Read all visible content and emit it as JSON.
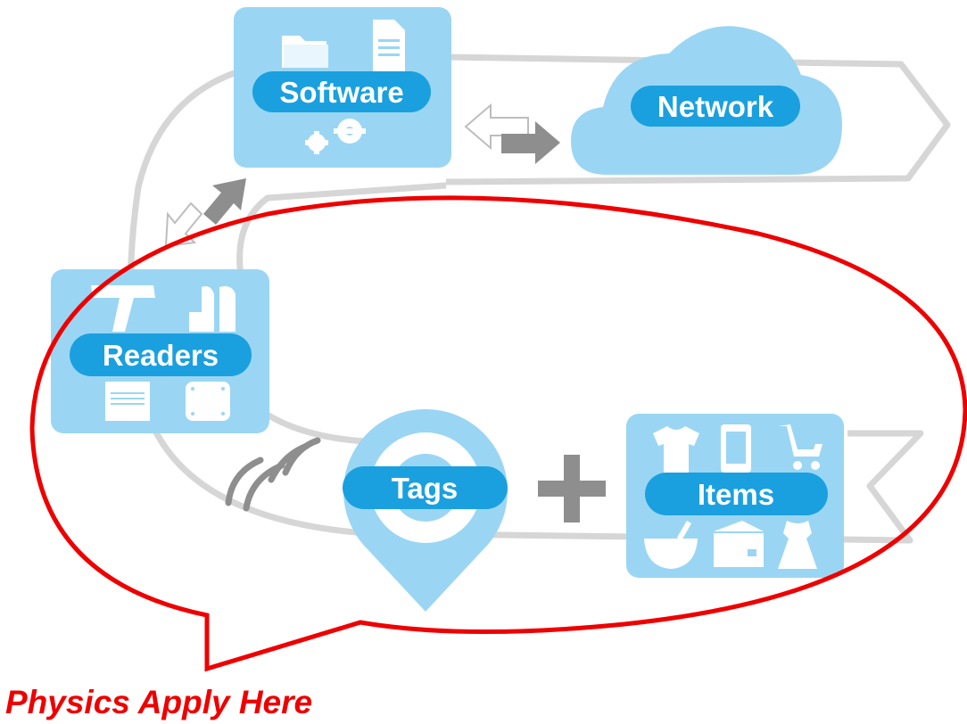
{
  "nodes": {
    "software": {
      "label": "Software"
    },
    "network": {
      "label": "Network"
    },
    "readers": {
      "label": "Readers"
    },
    "tags": {
      "label": "Tags"
    },
    "items": {
      "label": "Items"
    }
  },
  "callout": {
    "text": "Physics Apply Here"
  },
  "colors": {
    "box_fill": "#9ad6f3",
    "pill_fill": "#1aa0df",
    "icon_fill": "#ffffff",
    "arrow_gray": "#8e8e8e",
    "track_gray": "#d4d4d4",
    "callout_red": "#ee0000"
  },
  "icons": {
    "software": [
      "folder-icon",
      "document-icon",
      "gears-icon"
    ],
    "readers": [
      "handheld-scanner-icon",
      "portal-reader-icon",
      "fixed-reader-icon",
      "antenna-icon"
    ],
    "tags": [
      "tag-target-icon"
    ],
    "items": [
      "tshirt-icon",
      "phone-icon",
      "cart-icon",
      "bowl-icon",
      "box-icon",
      "dress-icon"
    ]
  }
}
